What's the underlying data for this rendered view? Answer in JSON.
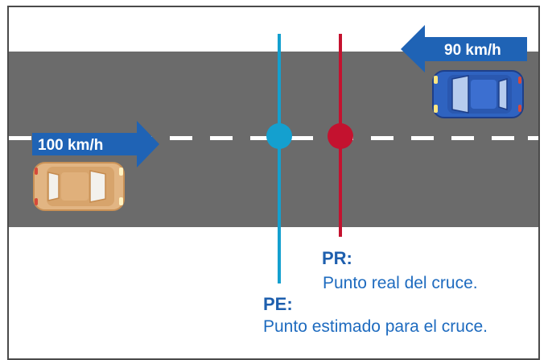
{
  "vehicles": {
    "car_right": {
      "speed_label": "100 km/h",
      "direction": "right",
      "color": "#e2b583"
    },
    "car_left": {
      "speed_label": "90 km/h",
      "direction": "left",
      "color": "#2f63c0"
    }
  },
  "markers": {
    "pe": {
      "title": "PE:",
      "description": "Punto estimado para el cruce.",
      "color": "#14a0cf"
    },
    "pr": {
      "title": "PR:",
      "description": "Punto real del cruce.",
      "color": "#c4122f"
    }
  },
  "colors": {
    "road": "#6b6b6b",
    "arrow": "#1f63b5",
    "label_text": "#1e6bbf"
  }
}
